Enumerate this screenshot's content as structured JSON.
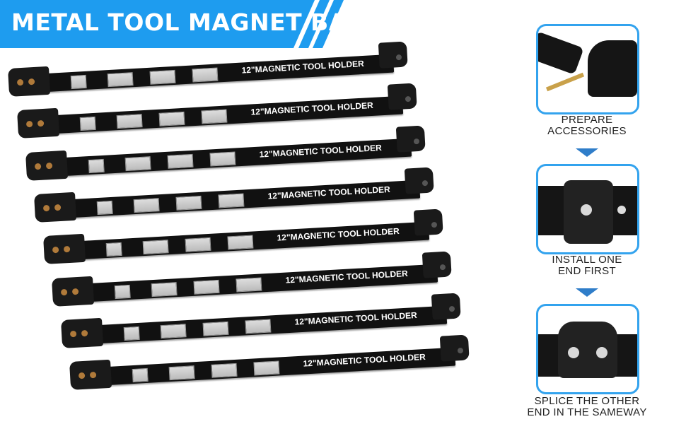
{
  "banner": {
    "title": "METAL TOOL MAGNET BAR",
    "color": "#1e9cef"
  },
  "product": {
    "bar_label": "12\"MAGNETIC TOOL HOLDER",
    "bar_count": 8
  },
  "steps": [
    {
      "label_line1": "PREPARE",
      "label_line2": "ACCESSORIES",
      "image": "bracket-and-screw-photo"
    },
    {
      "label_line1": "INSTALL ONE",
      "label_line2": "END FIRST",
      "image": "end-cap-install-photo"
    },
    {
      "label_line1": "SPLICE THE OTHER",
      "label_line2": "END IN THE SAMEWAY",
      "image": "splice-end-photo"
    }
  ],
  "colors": {
    "accent": "#33a3ee",
    "arrow": "#2f7dc9",
    "bar": "#111111"
  }
}
